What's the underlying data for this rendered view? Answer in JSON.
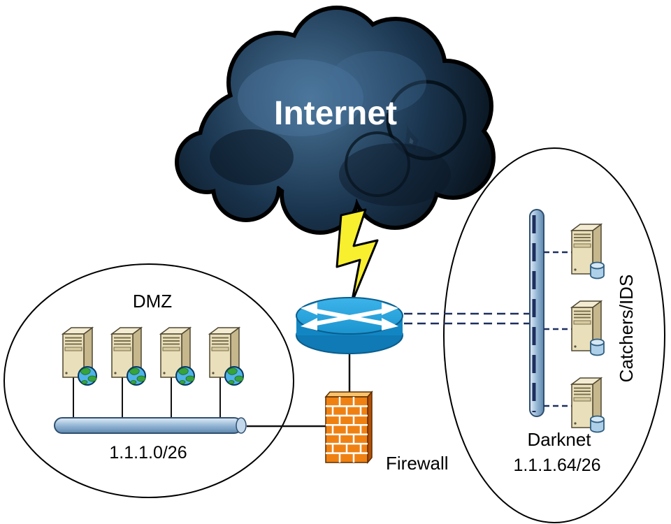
{
  "labels": {
    "internet": "Internet",
    "dmz": "DMZ",
    "dmz_subnet": "1.1.1.0/26",
    "firewall": "Firewall",
    "catchers": "Catchers/IDS",
    "darknet": "Darknet",
    "darknet_subnet": "1.1.1.64/26"
  },
  "counts": {
    "dmz_servers": 4,
    "darknet_sensors": 3
  },
  "colors": {
    "cloud_dark": "#060e16",
    "cloud_light": "#4a7497",
    "router_cyan": "#1b9cd8",
    "firewall_orange": "#ef8113",
    "lightning_yellow": "#f8ef2e",
    "bus_steel_blue": "#8fb3d4",
    "dashed_link_navy": "#1d2f5e",
    "server_beige": "#e9dfba"
  }
}
